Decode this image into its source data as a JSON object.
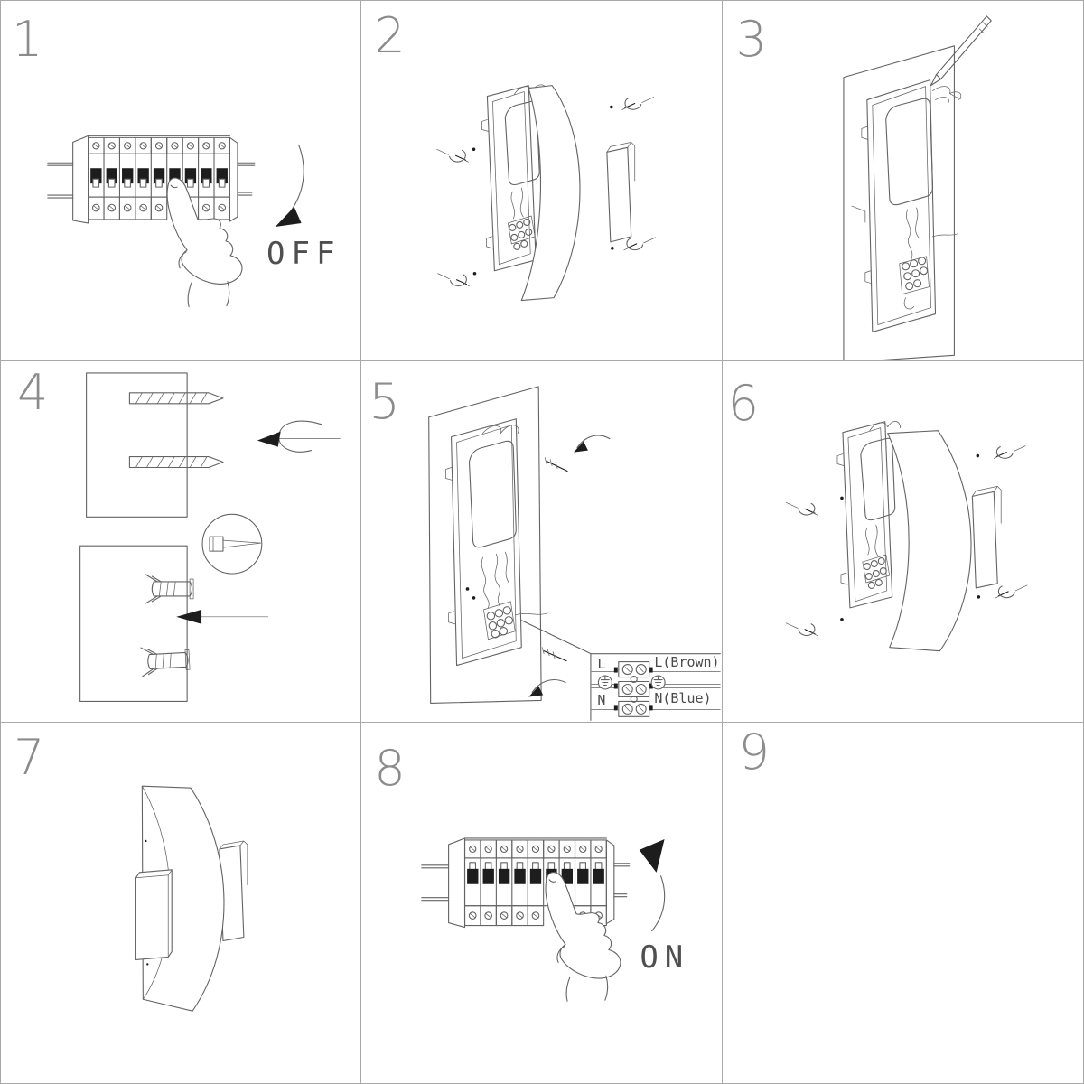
{
  "document_type": "wall-lamp installation instruction sheet, 9 numbered steps, monochrome line art",
  "colors": {
    "background": "#ffffff",
    "line": "#636363",
    "grid_line": "#a8a8a8",
    "filled_parts": "#1d1d1d",
    "number_color": "#8c8c8c",
    "label_color": "#4f4f4f"
  },
  "icons": {
    "pointing-hand": "line-drawn hand pressing breaker switch",
    "rotation-arrow": "curved arrow with solid arrowhead",
    "screw-turn": "small screw with loop arrow",
    "drill-bit": "spiral drill bit in wall",
    "wall-anchor": "expansion plug in wall",
    "pencil": "marking pencil",
    "earth-symbol": "circled ground symbol"
  },
  "panels": [
    {
      "number": "1",
      "action_label": "OFF"
    },
    {
      "number": "2"
    },
    {
      "number": "3"
    },
    {
      "number": "4"
    },
    {
      "number": "5",
      "wiring": {
        "live_left": "L",
        "neutral_left": "N",
        "live_right": "L(Brown)",
        "neutral_right": "N(Blue)"
      }
    },
    {
      "number": "6"
    },
    {
      "number": "7"
    },
    {
      "number": "8",
      "action_label": "ON"
    },
    {
      "number": "9"
    }
  ]
}
